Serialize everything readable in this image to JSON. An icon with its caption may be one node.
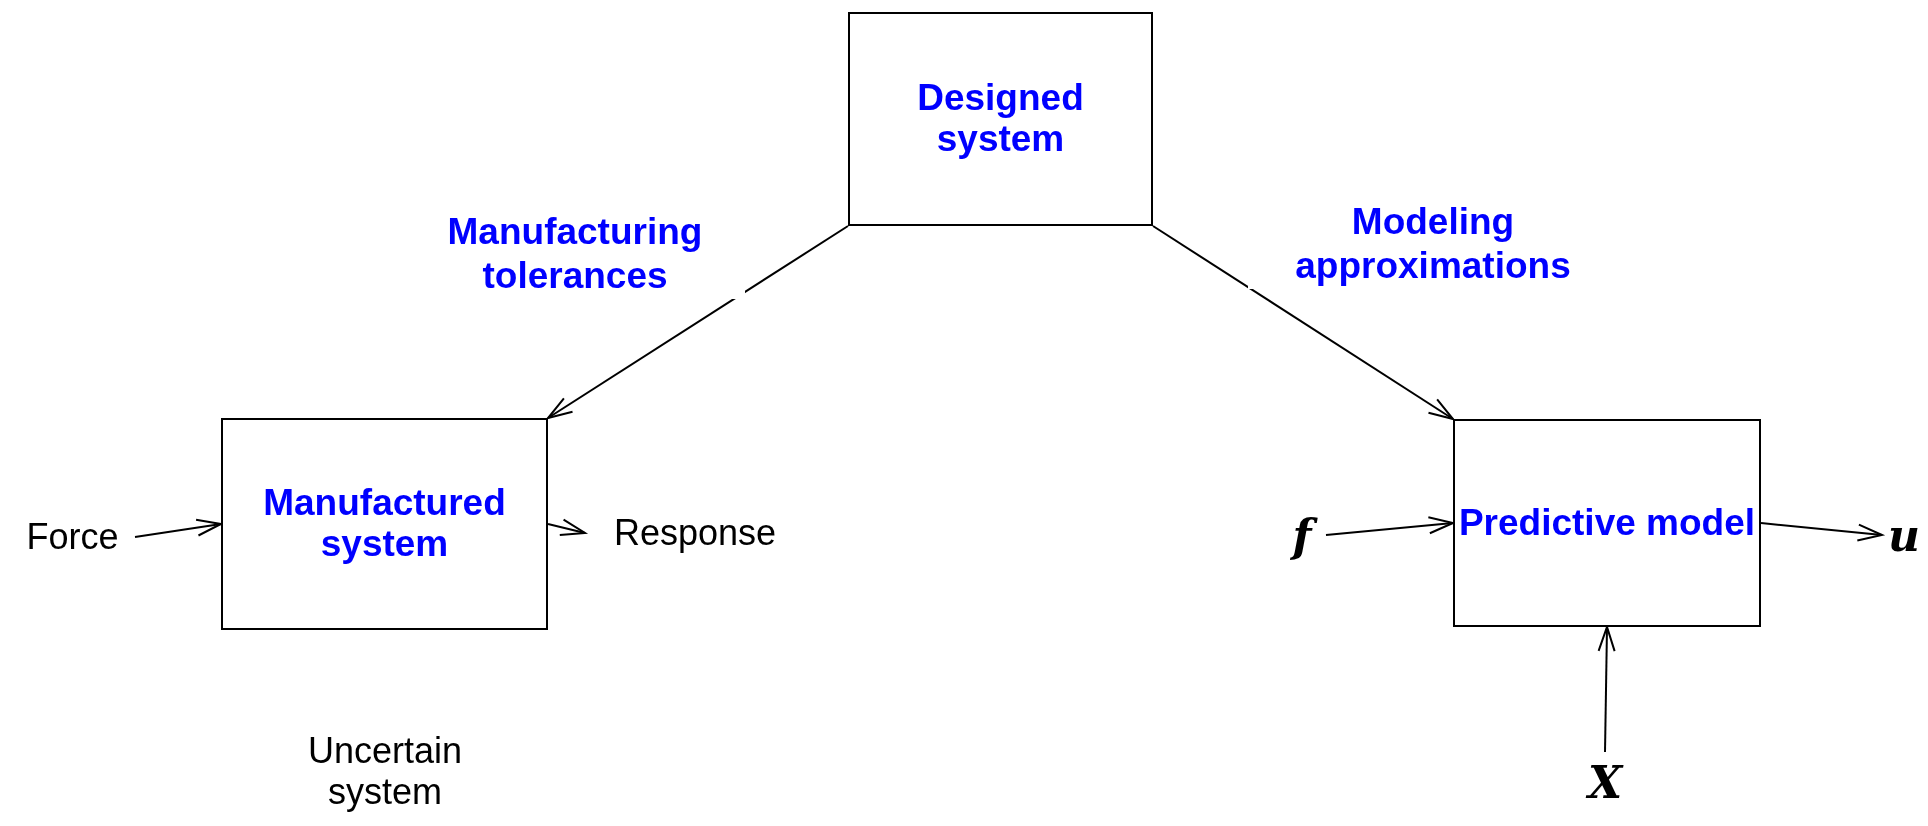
{
  "diagram": {
    "nodes": [
      {
        "text": [
          "Designed system"
        ]
      },
      {
        "text": [
          "Manufactured system"
        ]
      },
      {
        "text": [
          "Predictive model"
        ]
      },
      {
        "text": [
          "Force"
        ]
      },
      {
        "text": [
          "Response"
        ]
      },
      {
        "text": [
          "f"
        ]
      },
      {
        "text": [
          "u"
        ]
      },
      {
        "text": [
          "X"
        ]
      }
    ],
    "edges": [
      {
        "from": 0,
        "to": 1,
        "arrow": "to",
        "label": "Manufacturing tolerances"
      },
      {
        "from": 0,
        "to": 2,
        "arrow": "to",
        "label": "Modeling approximations"
      },
      {
        "from": 3,
        "to": 1,
        "arrow": "to"
      },
      {
        "from": 1,
        "to": 4,
        "arrow": "to"
      },
      {
        "from": 5,
        "to": 2,
        "arrow": "to"
      },
      {
        "from": 2,
        "to": 6,
        "arrow": "to"
      },
      {
        "from": 7,
        "to": 2,
        "arrow": "to"
      }
    ],
    "labels": [
      "Uncertain system"
    ]
  }
}
